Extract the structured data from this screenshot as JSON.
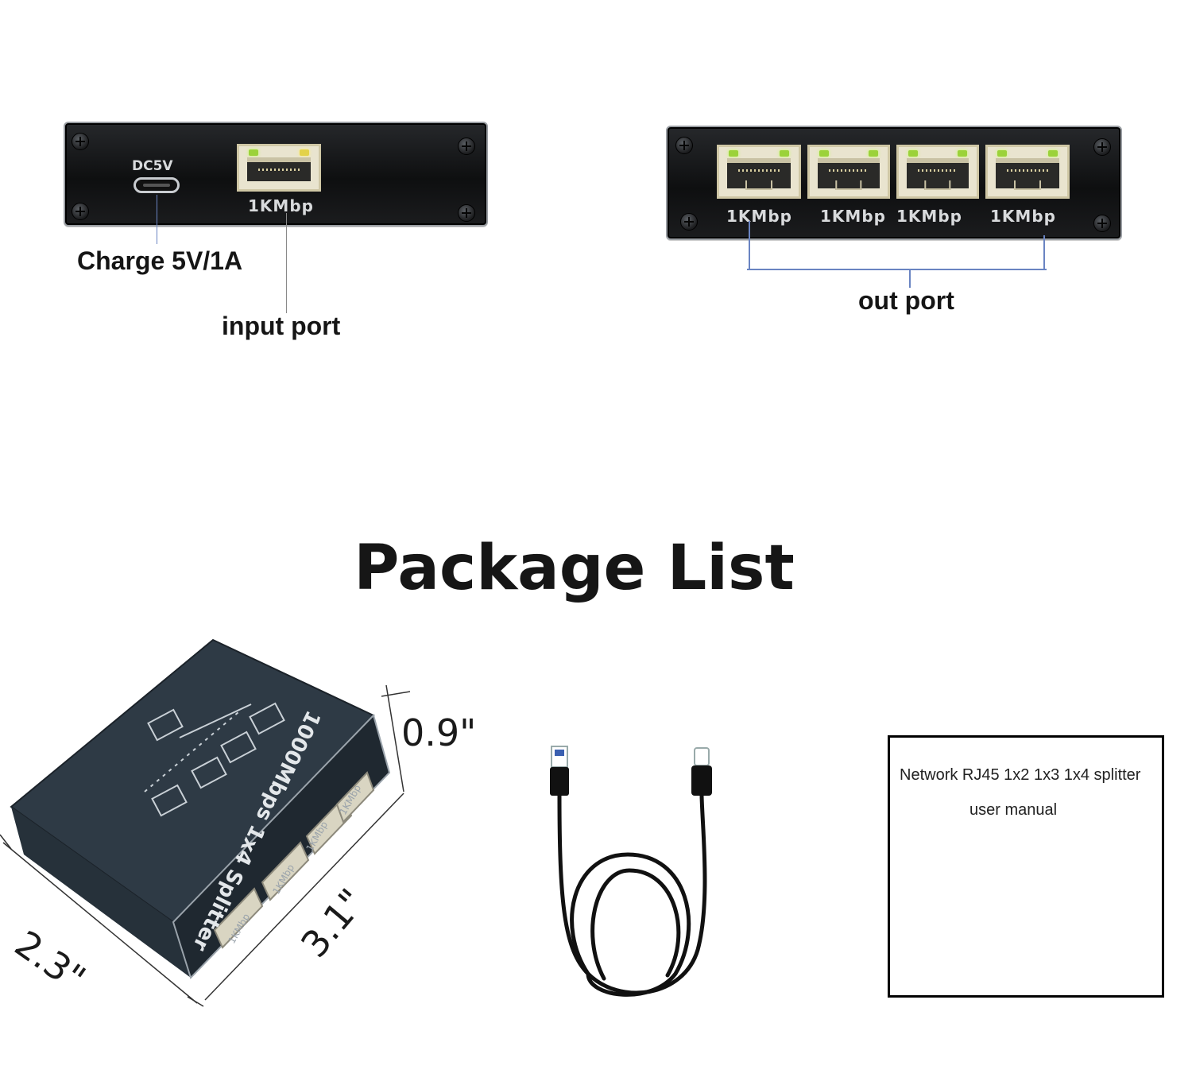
{
  "input_panel": {
    "dc_label": "DC5V",
    "port_speed": "1KMbp"
  },
  "output_panel": {
    "port_speeds": [
      "1KMbp",
      "1KMbp",
      "1KMbp",
      "1KMbp"
    ]
  },
  "callouts": {
    "charge": "Charge 5V/1A",
    "input_port": "input port",
    "out_port": "out port"
  },
  "package": {
    "title": "Package List",
    "device_top_text": "1000Mbps 1x4 Splitter",
    "device_port_speed": "1KMbp",
    "dimensions": {
      "height": "0.9\"",
      "width": "2.3\"",
      "length": "3.1\""
    },
    "manual_line1": "Network RJ45 1x2 1x3 1x4 splitter",
    "manual_line2": "user manual"
  },
  "colors": {
    "leader_line": "#6a84c2",
    "device_body": "#2c3640",
    "led_green": "#9bd23a"
  }
}
